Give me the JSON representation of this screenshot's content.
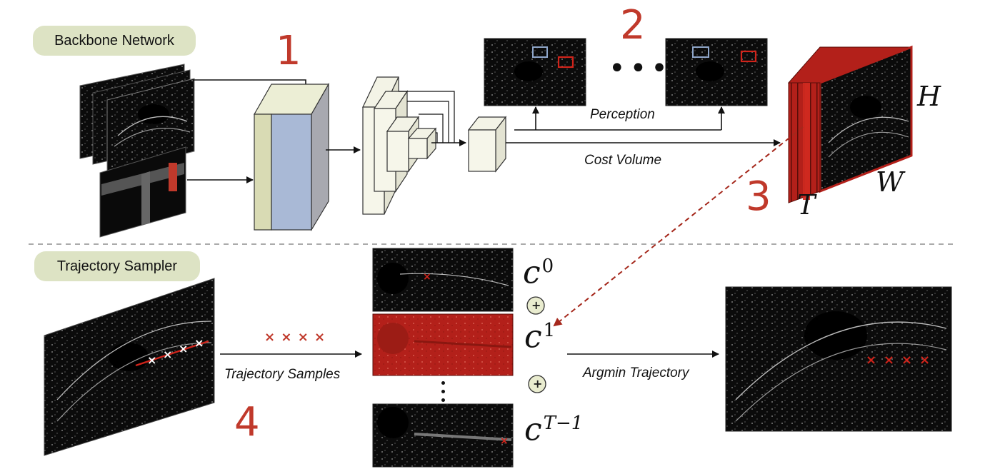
{
  "sections": {
    "backbone_label": "Backbone Network",
    "sampler_label": "Trajectory Sampler"
  },
  "step_numbers": {
    "one": "1",
    "two": "2",
    "three": "3",
    "four": "4"
  },
  "arrow_labels": {
    "perception": "Perception",
    "cost_volume": "Cost Volume",
    "trajectory_samples": "Trajectory Samples",
    "argmin_trajectory": "Argmin Trajectory"
  },
  "volume_axes": {
    "h": "H",
    "w": "W",
    "t": "T"
  },
  "cost_terms": [
    {
      "base": "c",
      "sup": "0"
    },
    {
      "base": "c",
      "sup": "1"
    },
    {
      "base": "c",
      "sup": "T−1"
    }
  ],
  "plus_symbol": "+",
  "ellipsis": "•••",
  "sample_marks": "× × × ×",
  "colors": {
    "pill_bg": "#dde3c4",
    "accent_red": "#c0392b",
    "volume_red": "#b3201a",
    "block_yellow": "#d9dbb4",
    "block_blue": "#a9b9d6",
    "block_gray": "#a8a9b0"
  }
}
